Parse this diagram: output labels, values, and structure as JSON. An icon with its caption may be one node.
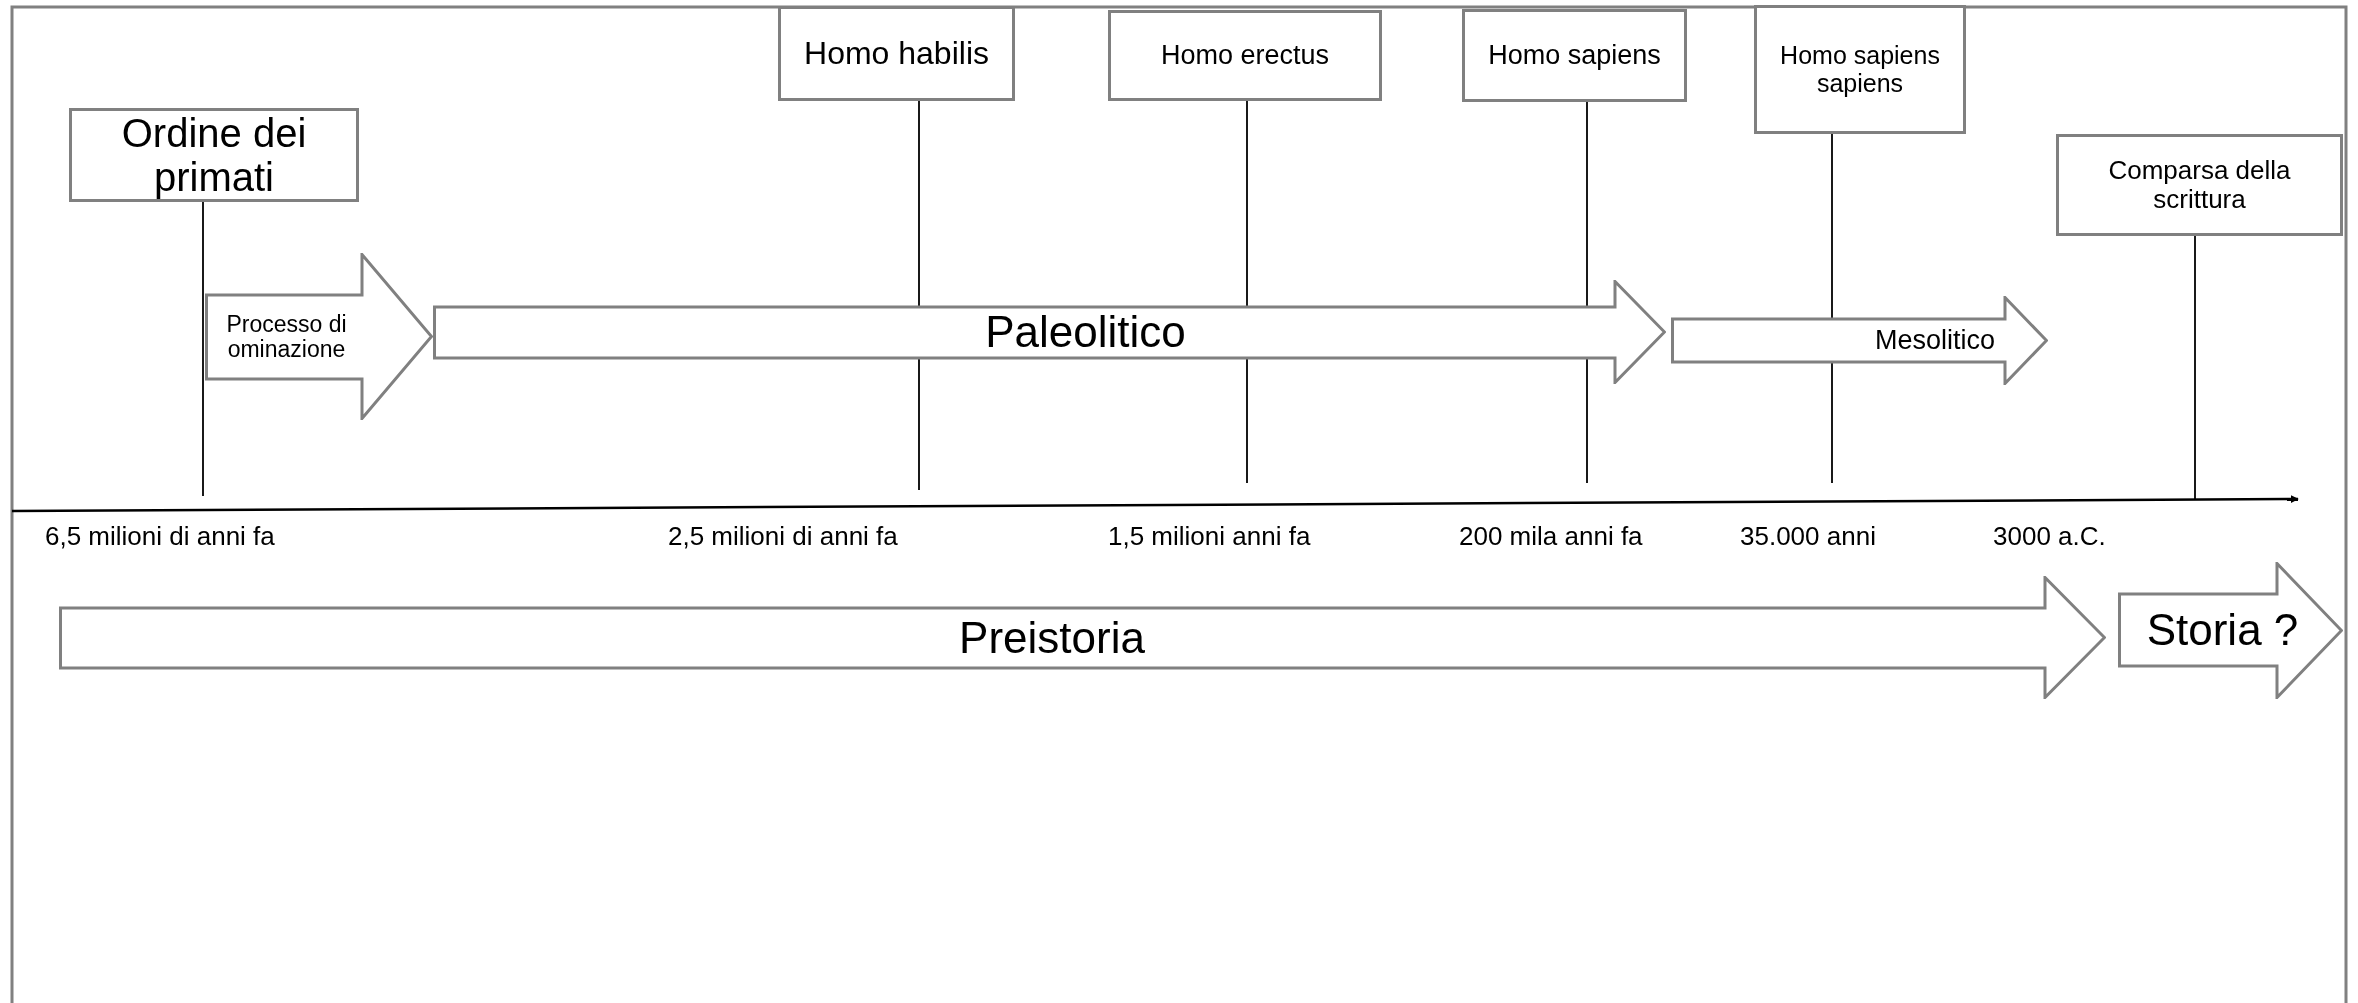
{
  "diagram": {
    "nodes": [
      {
        "text": [
          "Ordine dei primati"
        ]
      },
      {
        "text": [
          "Homo habilis"
        ]
      },
      {
        "text": [
          "Homo erectus"
        ]
      },
      {
        "text": [
          "Homo sapiens"
        ]
      },
      {
        "text": [
          "Homo sapiens sapiens"
        ]
      },
      {
        "text": [
          "Comparsa della scrittura"
        ]
      },
      {
        "text": [
          "Processo di ominazione"
        ]
      },
      {
        "text": [
          "Paleolitico"
        ]
      },
      {
        "text": [
          "Mesolitico"
        ]
      },
      {
        "text": [
          "Preistoria"
        ]
      },
      {
        "text": [
          "Storia ?"
        ]
      }
    ],
    "edges": [
      {
        "from": 0,
        "to": null,
        "arrow": "none"
      },
      {
        "from": 1,
        "to": null,
        "arrow": "none"
      },
      {
        "from": 2,
        "to": null,
        "arrow": "none"
      },
      {
        "from": 3,
        "to": null,
        "arrow": "none"
      },
      {
        "from": 4,
        "to": null,
        "arrow": "none"
      },
      {
        "from": 5,
        "to": null,
        "arrow": "none"
      }
    ],
    "labels": [
      "6,5 milioni di anni fa",
      "2,5 milioni di anni fa",
      "1,5 milioni anni fa",
      "200 mila anni fa",
      "35.000 anni",
      "3000 a.C."
    ]
  }
}
